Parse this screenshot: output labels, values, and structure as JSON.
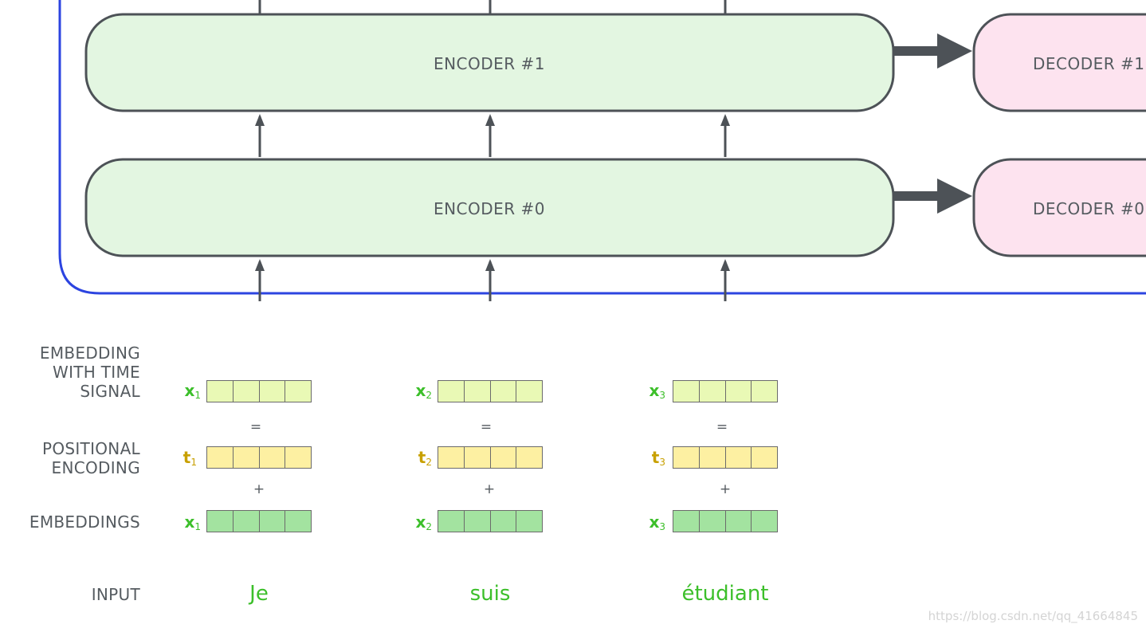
{
  "colors": {
    "container_border": "#2c44e0",
    "encoder_fill": "#e3f6e1",
    "decoder_fill": "#fde3ef",
    "box_stroke": "#4d5257",
    "arrow": "#4d5257",
    "x_label": "#3cbf2a",
    "t_label": "#c8a000",
    "x_time_fill": "#e9f9b5",
    "t_fill": "#fdf0a2",
    "embedding_fill": "#a3e3a0",
    "input_word": "#3cbf2a"
  },
  "encoders": [
    {
      "label": "ENCODER #1"
    },
    {
      "label": "ENCODER #0"
    }
  ],
  "decoders": [
    {
      "label": "DECODER #1"
    },
    {
      "label": "DECODER #0"
    }
  ],
  "row_labels": {
    "time_signal": [
      "EMBEDDING",
      "WITH TIME",
      "SIGNAL"
    ],
    "positional": [
      "POSITIONAL",
      "ENCODING"
    ],
    "embeddings": "EMBEDDINGS",
    "input": "INPUT"
  },
  "operators": {
    "equals": "=",
    "plus": "+"
  },
  "tokens": [
    {
      "x_letter": "x",
      "x_index": "1",
      "t_letter": "t",
      "t_index": "1",
      "word": "Je"
    },
    {
      "x_letter": "x",
      "x_index": "2",
      "t_letter": "t",
      "t_index": "2",
      "word": "suis"
    },
    {
      "x_letter": "x",
      "x_index": "3",
      "t_letter": "t",
      "t_index": "3",
      "word": "étudiant"
    }
  ],
  "watermark": "https://blog.csdn.net/qq_41664845"
}
